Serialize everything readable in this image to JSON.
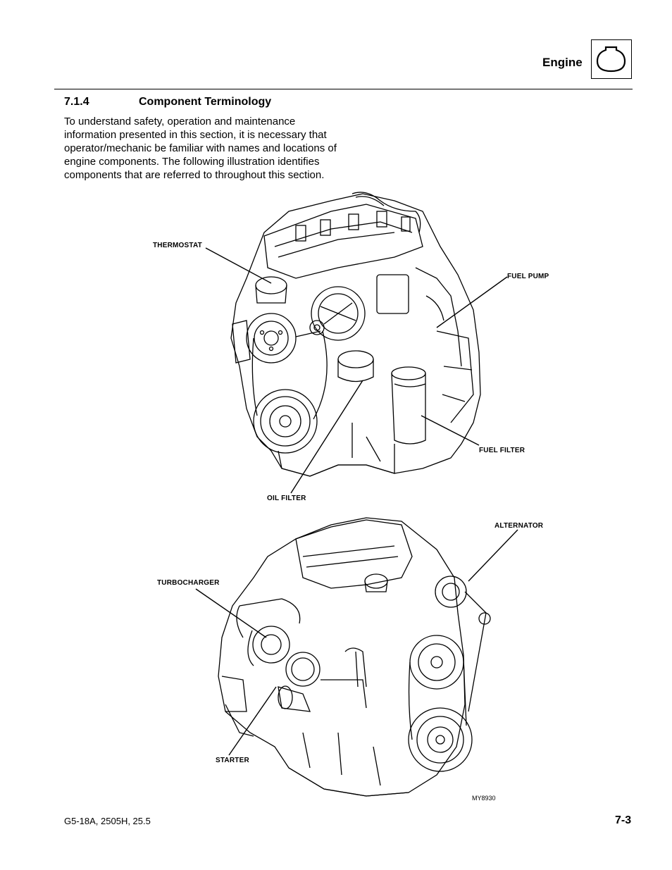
{
  "header": {
    "section_name": "Engine",
    "icon": "engine-icon"
  },
  "section": {
    "number": "7.1.4",
    "title": "Component Terminology"
  },
  "intro": "To understand safety, operation and maintenance information presented in this section, it is necessary that operator/mechanic be familiar with names and locations of engine components. The following illustration identifies components that are referred to throughout this section.",
  "figure": {
    "labels": {
      "thermostat": "THERMOSTAT",
      "fuel_pump": "FUEL PUMP",
      "fuel_filter": "FUEL FILTER",
      "oil_filter": "OIL FILTER",
      "alternator": "ALTERNATOR",
      "turbocharger": "TURBOCHARGER",
      "starter": "STARTER"
    },
    "figure_id": "MY8930"
  },
  "footer": {
    "model": "G5-18A, 2505H, 25.5",
    "page": "7-3"
  }
}
